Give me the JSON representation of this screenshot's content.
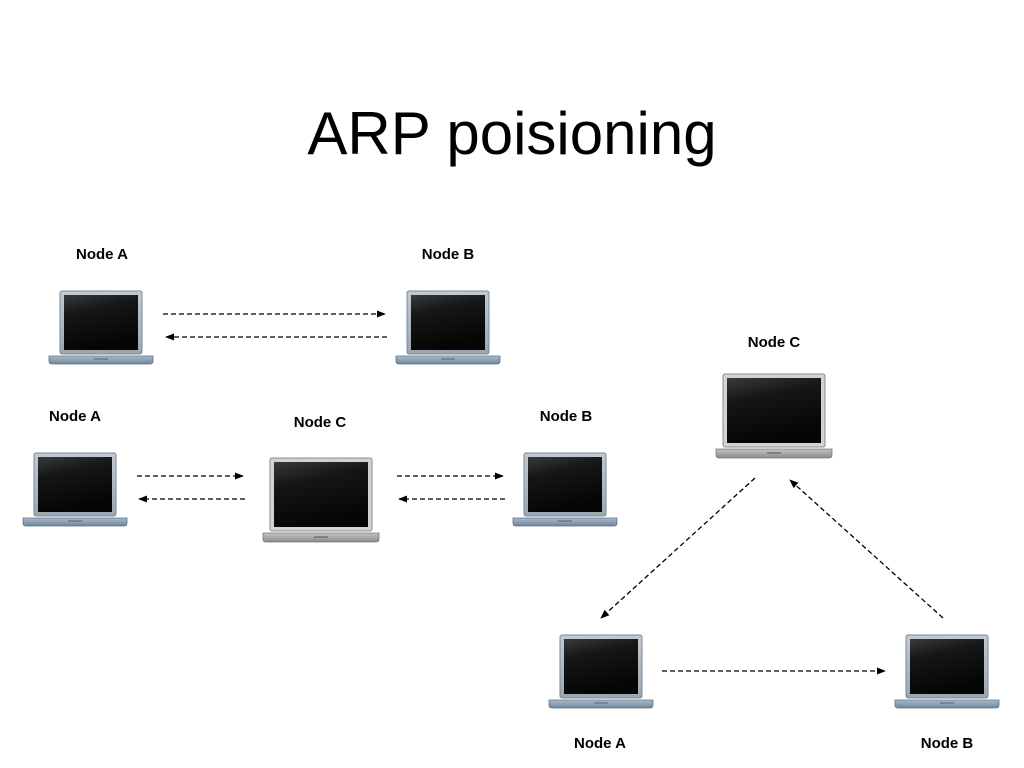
{
  "title": "ARP poisioning",
  "normal": {
    "node_a": "Node A",
    "node_b": "Node B"
  },
  "mitm": {
    "node_a": "Node A",
    "node_c": "Node C",
    "node_b": "Node B"
  },
  "triangle": {
    "node_c": "Node C",
    "node_a": "Node A",
    "node_b": "Node B"
  },
  "colors": {
    "laptop_bezel": "#a9b3bd",
    "laptop_base": "#8fa3b6",
    "laptop_screen": "#141414",
    "arrow": "#000000"
  },
  "icons": {
    "computer": "laptop-icon",
    "connector": "dashed-arrow"
  }
}
